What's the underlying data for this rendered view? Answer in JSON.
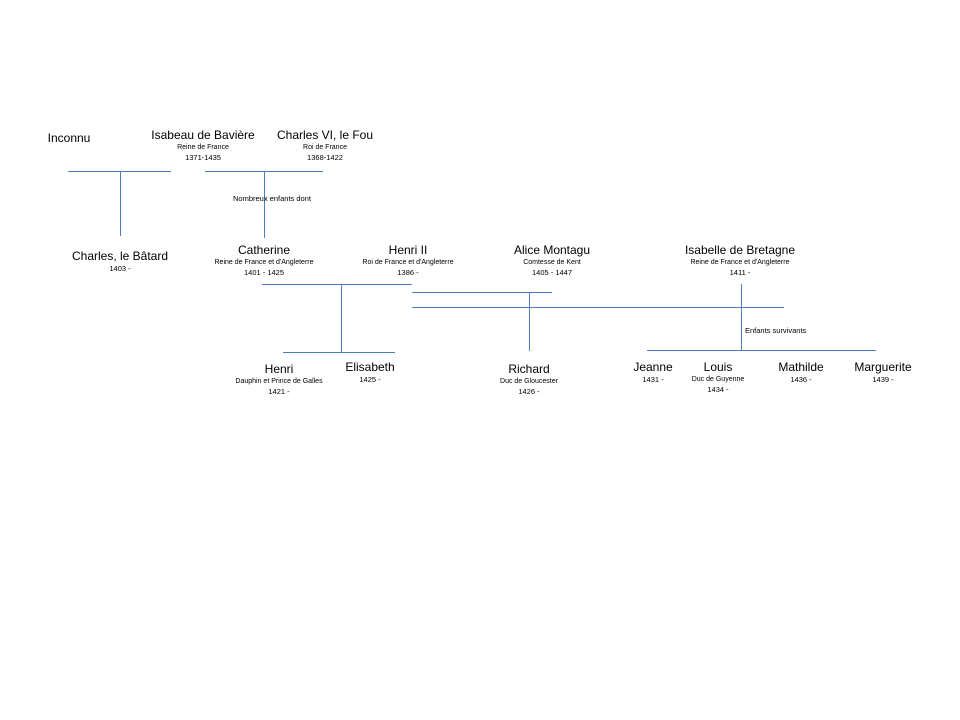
{
  "people": {
    "inconnu": {
      "name": "Inconnu"
    },
    "isabeau": {
      "name": "Isabeau de Bavière",
      "title": "Reine de France",
      "dates": "1371-1435"
    },
    "charles6": {
      "name": "Charles VI, le Fou",
      "title": "Roi de France",
      "dates": "1368-1422"
    },
    "charles_batard": {
      "name": "Charles, le Bâtard",
      "dates": "1403 -"
    },
    "catherine": {
      "name": "Catherine",
      "title": "Reine de France  et d'Angleterre",
      "dates": "1401 - 1425"
    },
    "henri2": {
      "name": "Henri II",
      "title": "Roi de France  et d'Angleterre",
      "dates": "1386 -"
    },
    "alice": {
      "name": "Alice Montagu",
      "title": "Comtesse de Kent",
      "dates": "1405 - 1447"
    },
    "isabelle": {
      "name": "Isabelle de Bretagne",
      "title": "Reine de France  et d'Angleterre",
      "dates": "1411 -"
    },
    "henri": {
      "name": "Henri",
      "title": "Dauphin et Prince de Galles",
      "dates": "1421 -"
    },
    "elisabeth": {
      "name": "Elisabeth",
      "dates": "1425 -"
    },
    "richard": {
      "name": "Richard",
      "title": "Duc de Gloucester",
      "dates": "1426 -"
    },
    "jeanne": {
      "name": "Jeanne",
      "dates": "1431 -"
    },
    "louis": {
      "name": "Louis",
      "title": "Duc de Guyenne",
      "dates": "1434 -"
    },
    "mathilde": {
      "name": "Mathilde",
      "dates": "1436 -"
    },
    "marguerite": {
      "name": "Marguerite",
      "dates": "1439 -"
    }
  },
  "notes": {
    "nombreux": "Nombreux enfants dont",
    "survivants": "Enfants survivants"
  },
  "colors": {
    "line": "#4f7ec0",
    "text": "#000000"
  }
}
